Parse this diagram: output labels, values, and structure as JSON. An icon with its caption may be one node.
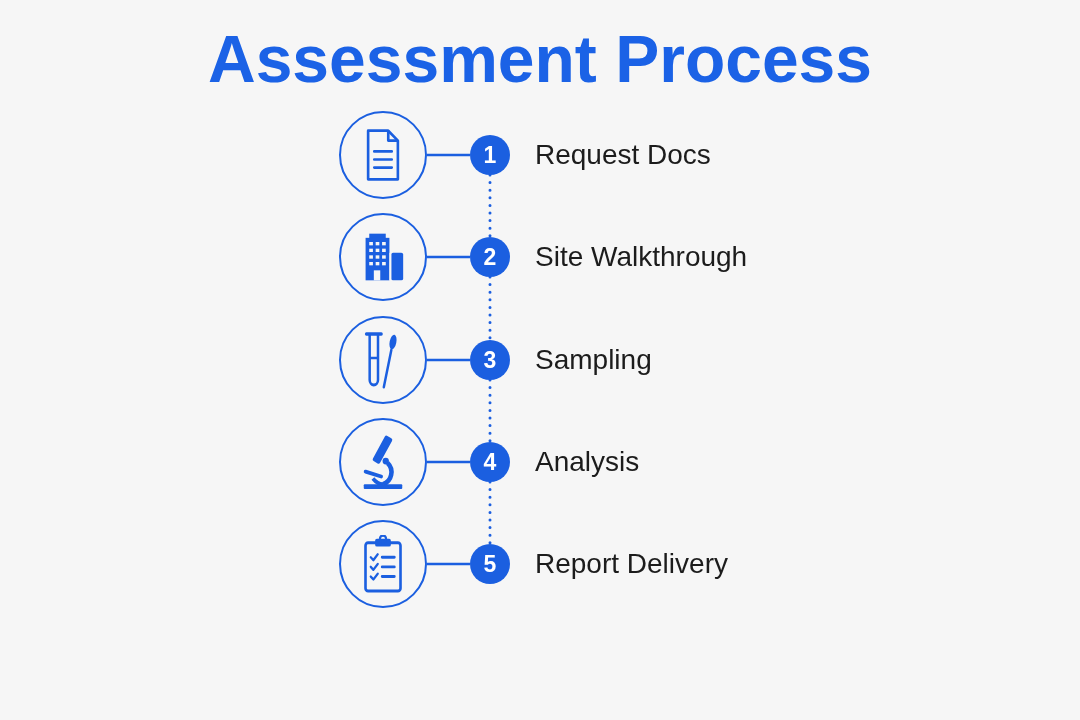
{
  "diagram": {
    "title": "Assessment Process",
    "nodes": [
      {
        "text": [],
        "shape": "circle"
      },
      {
        "text": [
          "1"
        ],
        "beside": [
          "Request Docs"
        ]
      },
      {
        "text": [],
        "shape": "circle"
      },
      {
        "text": [
          "2"
        ],
        "beside": [
          "Site Walkthrough"
        ]
      },
      {
        "text": [],
        "shape": "circle"
      },
      {
        "text": [
          "3"
        ],
        "beside": [
          "Sampling"
        ]
      },
      {
        "text": [],
        "shape": "circle"
      },
      {
        "text": [
          "4"
        ],
        "beside": [
          "Analysis"
        ]
      },
      {
        "text": [],
        "shape": "circle"
      },
      {
        "text": [
          "5"
        ],
        "beside": [
          "Report Delivery"
        ]
      }
    ],
    "edges": [
      {
        "from": 0,
        "to": 1,
        "arrow": "none"
      },
      {
        "from": 1,
        "to": 3,
        "arrow": "none",
        "style": "dashed"
      },
      {
        "from": 2,
        "to": 3,
        "arrow": "none"
      },
      {
        "from": 3,
        "to": 5,
        "arrow": "none",
        "style": "dashed"
      },
      {
        "from": 4,
        "to": 5,
        "arrow": "none"
      },
      {
        "from": 5,
        "to": 7,
        "arrow": "none",
        "style": "dashed"
      },
      {
        "from": 6,
        "to": 7,
        "arrow": "none"
      },
      {
        "from": 7,
        "to": 9,
        "arrow": "none",
        "style": "dashed"
      },
      {
        "from": 8,
        "to": 9,
        "arrow": "none"
      }
    ]
  }
}
